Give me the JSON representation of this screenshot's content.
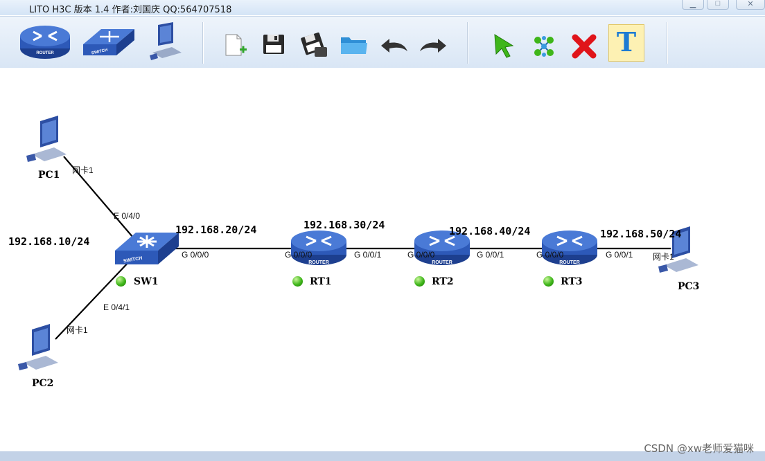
{
  "window": {
    "title": "LITO H3C 版本 1.4 作者:刘国庆 QQ:564707518"
  },
  "toolbar": {
    "router_label": "ROUTER",
    "switch_label": "SWITCH",
    "text_tool_label": "T"
  },
  "devices": {
    "pc1": "PC1",
    "pc2": "PC2",
    "pc3": "PC3",
    "sw1": "SW1",
    "rt1": "RT1",
    "rt2": "RT2",
    "rt3": "RT3",
    "router_badge": "ROUTER",
    "switch_badge": "SWITCH"
  },
  "networks": {
    "n10": "192.168.10/24",
    "n20": "192.168.20/24",
    "n30": "192.168.30/24",
    "n40": "192.168.40/24",
    "n50": "192.168.50/24"
  },
  "ports": {
    "pc1_nic": "网卡1",
    "pc2_nic": "网卡1",
    "pc3_nic": "网卡1",
    "sw1_e040": "E 0/4/0",
    "sw1_e041": "E 0/4/1",
    "sw1_g000": "G 0/0/0",
    "rt1_g000": "G 0/0/0",
    "rt1_g001": "G 0/0/1",
    "rt2_g000": "G 0/0/0",
    "rt2_g001": "G 0/0/1",
    "rt3_g000": "G 0/0/0",
    "rt3_g001": "G 0/0/1"
  },
  "watermark": "CSDN @xw老师爱猫咪",
  "colors": {
    "link": "#000000",
    "status_up": "#3fb61a",
    "device_blue": "#2d4fa3"
  }
}
